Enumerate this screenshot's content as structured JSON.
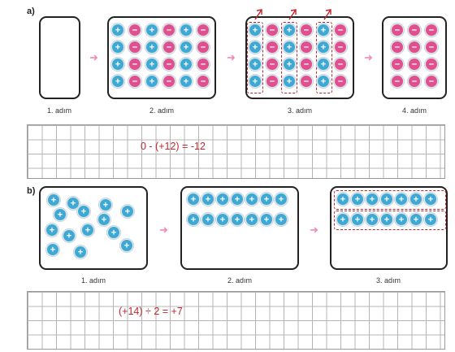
{
  "part_a": {
    "label": "a)",
    "steps": [
      "1. adım",
      "2. adım",
      "3. adım",
      "4. adım"
    ],
    "grid_grid_text": "0 - (+12) = -12"
  },
  "part_b": {
    "label": "b)",
    "steps": [
      "1. adım",
      "2. adım",
      "3. adım"
    ],
    "grid_text": "(+14) ÷ 2 = +7"
  },
  "colors": {
    "positive": "#3fa9d6",
    "negative": "#e0508e",
    "arrow": "#f08ab8",
    "answer": "#c0262c"
  },
  "tokens": {
    "plus": "+",
    "minus": "−"
  }
}
